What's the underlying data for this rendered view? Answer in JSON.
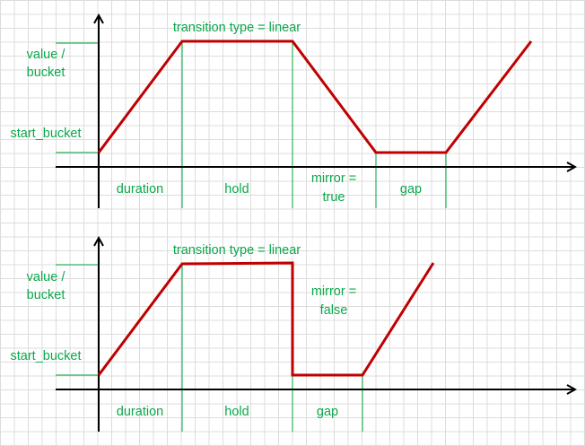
{
  "colors": {
    "curve": "#c00000",
    "guides": "#2bb45a",
    "labels": "#0aa84a",
    "axes": "#000000",
    "grid": "#dcdcdc"
  },
  "top_panel": {
    "title": "transition type = linear",
    "y_label_line1": "value /",
    "y_label_line2": "bucket",
    "start_label": "start_bucket",
    "segments": {
      "duration": "duration",
      "hold": "hold",
      "mirror_line1": "mirror =",
      "mirror_line2": "true",
      "gap": "gap"
    }
  },
  "bottom_panel": {
    "title": "transition type = linear",
    "y_label_line1": "value /",
    "y_label_line2": "bucket",
    "start_label": "start_bucket",
    "segments": {
      "duration": "duration",
      "hold": "hold",
      "gap": "gap"
    },
    "mirror_line1": "mirror =",
    "mirror_line2": "false"
  }
}
